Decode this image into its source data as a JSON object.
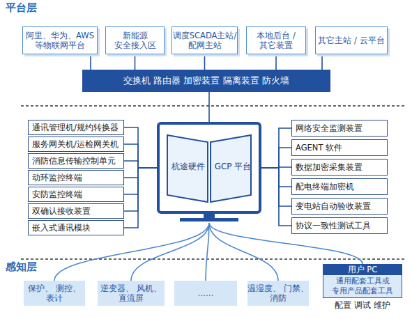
{
  "diagram": {
    "nodes": [
      {
        "text": [
          "阿里、华为、AWS 等物联网平台"
        ]
      },
      {
        "text": [
          "新能源 安全接入区"
        ]
      },
      {
        "text": [
          "调度SCADA主站/ 配网主站"
        ]
      },
      {
        "text": [
          "本地后台 / 其它装置"
        ]
      },
      {
        "text": [
          "其它主站 / 云平台"
        ]
      },
      {
        "text": [
          "交换机 路由器 加密装置 隔离装置 防火墙"
        ]
      },
      {
        "text": [
          "通讯管理机/规约转换器"
        ]
      },
      {
        "text": [
          "服务网关机/运检网关机"
        ]
      },
      {
        "text": [
          "消防信息传输控制单元"
        ]
      },
      {
        "text": [
          "动环监控终端"
        ]
      },
      {
        "text": [
          "安防监控终端"
        ]
      },
      {
        "text": [
          "双确认接收装置"
        ]
      },
      {
        "text": [
          "嵌入式通讯模块"
        ]
      },
      {
        "text": [
          "杭途硬件",
          "GCP 平台"
        ]
      },
      {
        "text": [
          "网络安全监测装置"
        ]
      },
      {
        "text": [
          "AGENT 软件"
        ]
      },
      {
        "text": [
          "数据加密采集装置"
        ]
      },
      {
        "text": [
          "配电终端加密机"
        ]
      },
      {
        "text": [
          "变电站自动验收装置"
        ]
      },
      {
        "text": [
          "协议一致性测试工具"
        ]
      },
      {
        "text": [
          "保护、 测控、表计"
        ]
      },
      {
        "text": [
          "逆变器、 风机、直流屏"
        ]
      },
      {
        "text": [
          "……"
        ]
      },
      {
        "text": [
          "温湿度、 门禁、消防"
        ]
      },
      {
        "text": [
          "用户 PC",
          "通用配套工具或 专用产品配套工具",
          "配置 调试 维护"
        ]
      }
    ],
    "edges": [
      {
        "from": 0,
        "to": 5,
        "arrow": "none"
      },
      {
        "from": 1,
        "to": 5,
        "arrow": "none"
      },
      {
        "from": 2,
        "to": 5,
        "arrow": "none"
      },
      {
        "from": 3,
        "to": 5,
        "arrow": "none"
      },
      {
        "from": 4,
        "to": 5,
        "arrow": "none"
      },
      {
        "from": 5,
        "to": 13,
        "arrow": "none"
      },
      {
        "from": 6,
        "to": 13,
        "arrow": "none"
      },
      {
        "from": 7,
        "to": 13,
        "arrow": "none"
      },
      {
        "from": 8,
        "to": 13,
        "arrow": "none"
      },
      {
        "from": 9,
        "to": 13,
        "arrow": "none"
      },
      {
        "from": 10,
        "to": 13,
        "arrow": "none"
      },
      {
        "from": 11,
        "to": 13,
        "arrow": "none"
      },
      {
        "from": 12,
        "to": 13,
        "arrow": "none"
      },
      {
        "from": 14,
        "to": 13,
        "arrow": "none"
      },
      {
        "from": 15,
        "to": 13,
        "arrow": "none"
      },
      {
        "from": 16,
        "to": 13,
        "arrow": "none"
      },
      {
        "from": 17,
        "to": 13,
        "arrow": "none"
      },
      {
        "from": 18,
        "to": 13,
        "arrow": "none"
      },
      {
        "from": 19,
        "to": 13,
        "arrow": "none"
      },
      {
        "from": 13,
        "to": 20,
        "arrow": "none"
      },
      {
        "from": 13,
        "to": 21,
        "arrow": "none"
      },
      {
        "from": 13,
        "to": 22,
        "arrow": "none"
      },
      {
        "from": 13,
        "to": 23,
        "arrow": "none"
      },
      {
        "from": 13,
        "to": 24,
        "arrow": "none"
      }
    ],
    "labels": [
      "平台层",
      "感知层"
    ]
  }
}
